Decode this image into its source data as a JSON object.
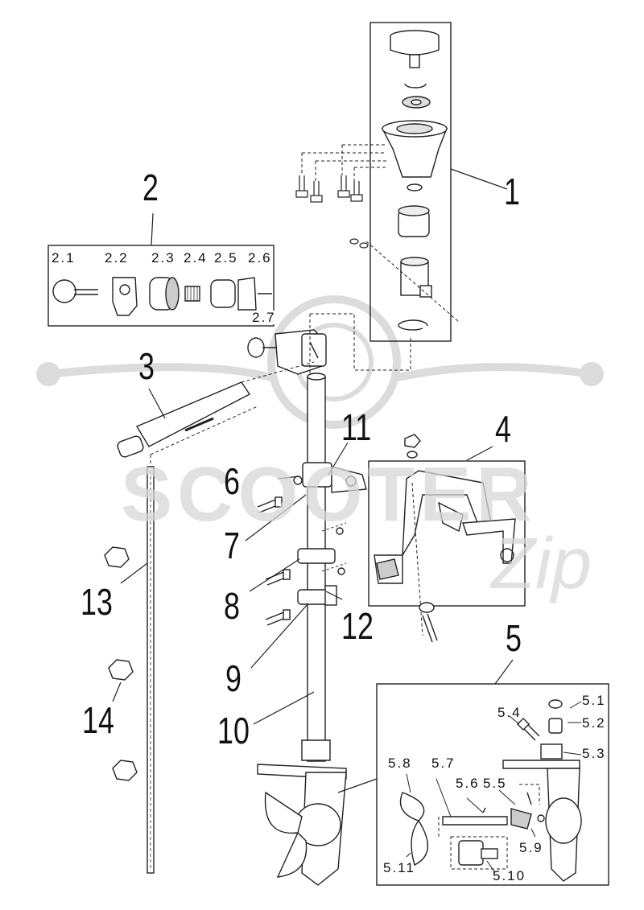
{
  "watermark": {
    "brand": "SCOOTER",
    "script": "Zip",
    "color": "#d8d8d8"
  },
  "labels": {
    "l1": "1",
    "l2": "2",
    "l3": "3",
    "l4": "4",
    "l5": "5",
    "l6": "6",
    "l7": "7",
    "l8": "8",
    "l9": "9",
    "l10": "10",
    "l11": "11",
    "l12": "12",
    "l13": "13",
    "l14": "14",
    "s2_1": "2.1",
    "s2_2": "2.2",
    "s2_3": "2.3",
    "s2_4": "2.4",
    "s2_5": "2.5",
    "s2_6": "2.6",
    "s2_7": "2.7",
    "s5_1": "5.1",
    "s5_2": "5.2",
    "s5_3": "5.3",
    "s5_4": "5.4",
    "s5_5": "5.5",
    "s5_6": "5.6",
    "s5_7": "5.7",
    "s5_8": "5.8",
    "s5_9": "5.9",
    "s5_10": "5.10",
    "s5_11": "5.11"
  },
  "colors": {
    "line": "#222222",
    "fill": "#ffffff",
    "shade": "#cfcfcf"
  }
}
